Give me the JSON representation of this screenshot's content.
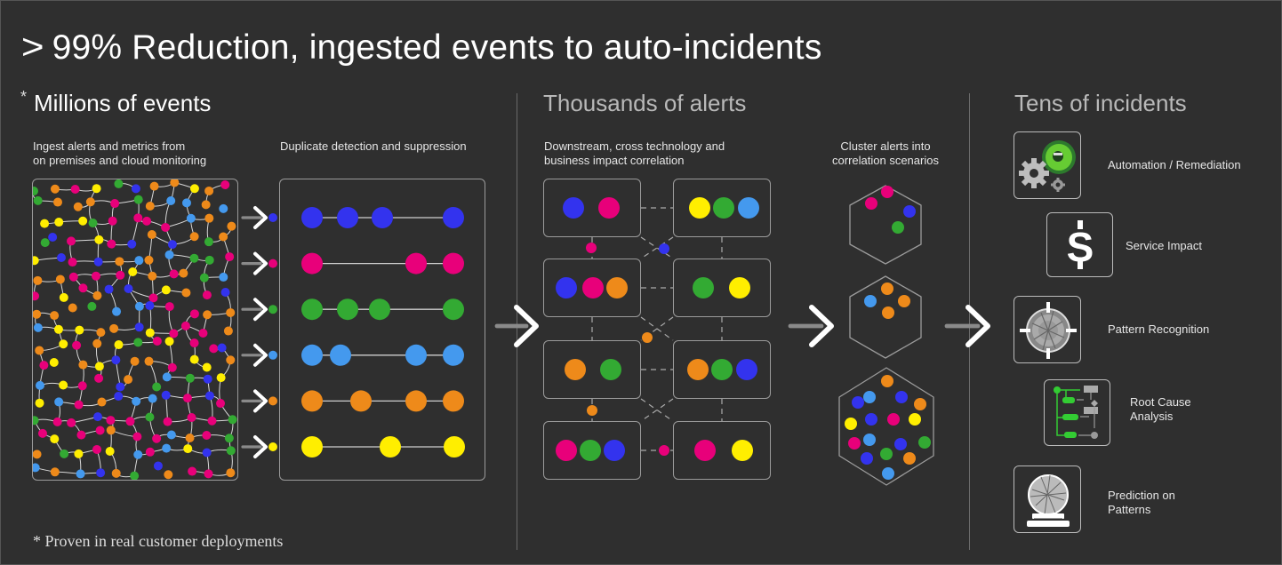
{
  "title_prefix": ">",
  "title": "99% Reduction, ingested events to auto-incidents",
  "sections": {
    "events": {
      "asterisk": "*",
      "label": "Millions of events"
    },
    "alerts": {
      "label": "Thousands of alerts"
    },
    "incidents": {
      "label": "Tens of incidents"
    }
  },
  "steps": {
    "ingest": {
      "line1": "Ingest alerts and metrics from",
      "line2": "on premises and cloud monitoring"
    },
    "dedup": {
      "line1": "Duplicate detection and suppression"
    },
    "correlate": {
      "line1": "Downstream, cross technology and",
      "line2": "business impact correlation"
    },
    "cluster": {
      "line1": "Cluster alerts into",
      "line2": "correlation scenarios"
    }
  },
  "outcomes": [
    {
      "label1": "Automation / Remediation",
      "label2": "",
      "icon": "gears-robot-icon"
    },
    {
      "label1": "Service Impact",
      "label2": "",
      "icon": "dollar-icon"
    },
    {
      "label1": "Pattern Recognition",
      "label2": "",
      "icon": "target-pattern-icon"
    },
    {
      "label1": "Root Cause",
      "label2": "Analysis",
      "icon": "flowchart-icon"
    },
    {
      "label1": "Prediction on",
      "label2": "Patterns",
      "icon": "crystal-ball-icon"
    }
  ],
  "footnote": "* Proven in real customer deployments",
  "colors": {
    "blue": "#3333ee",
    "magenta": "#e8007a",
    "green": "#33aa33",
    "lightblue": "#4499ee",
    "orange": "#ee8a1a",
    "yellow": "#ffee00",
    "background": "#2f2f2f"
  }
}
